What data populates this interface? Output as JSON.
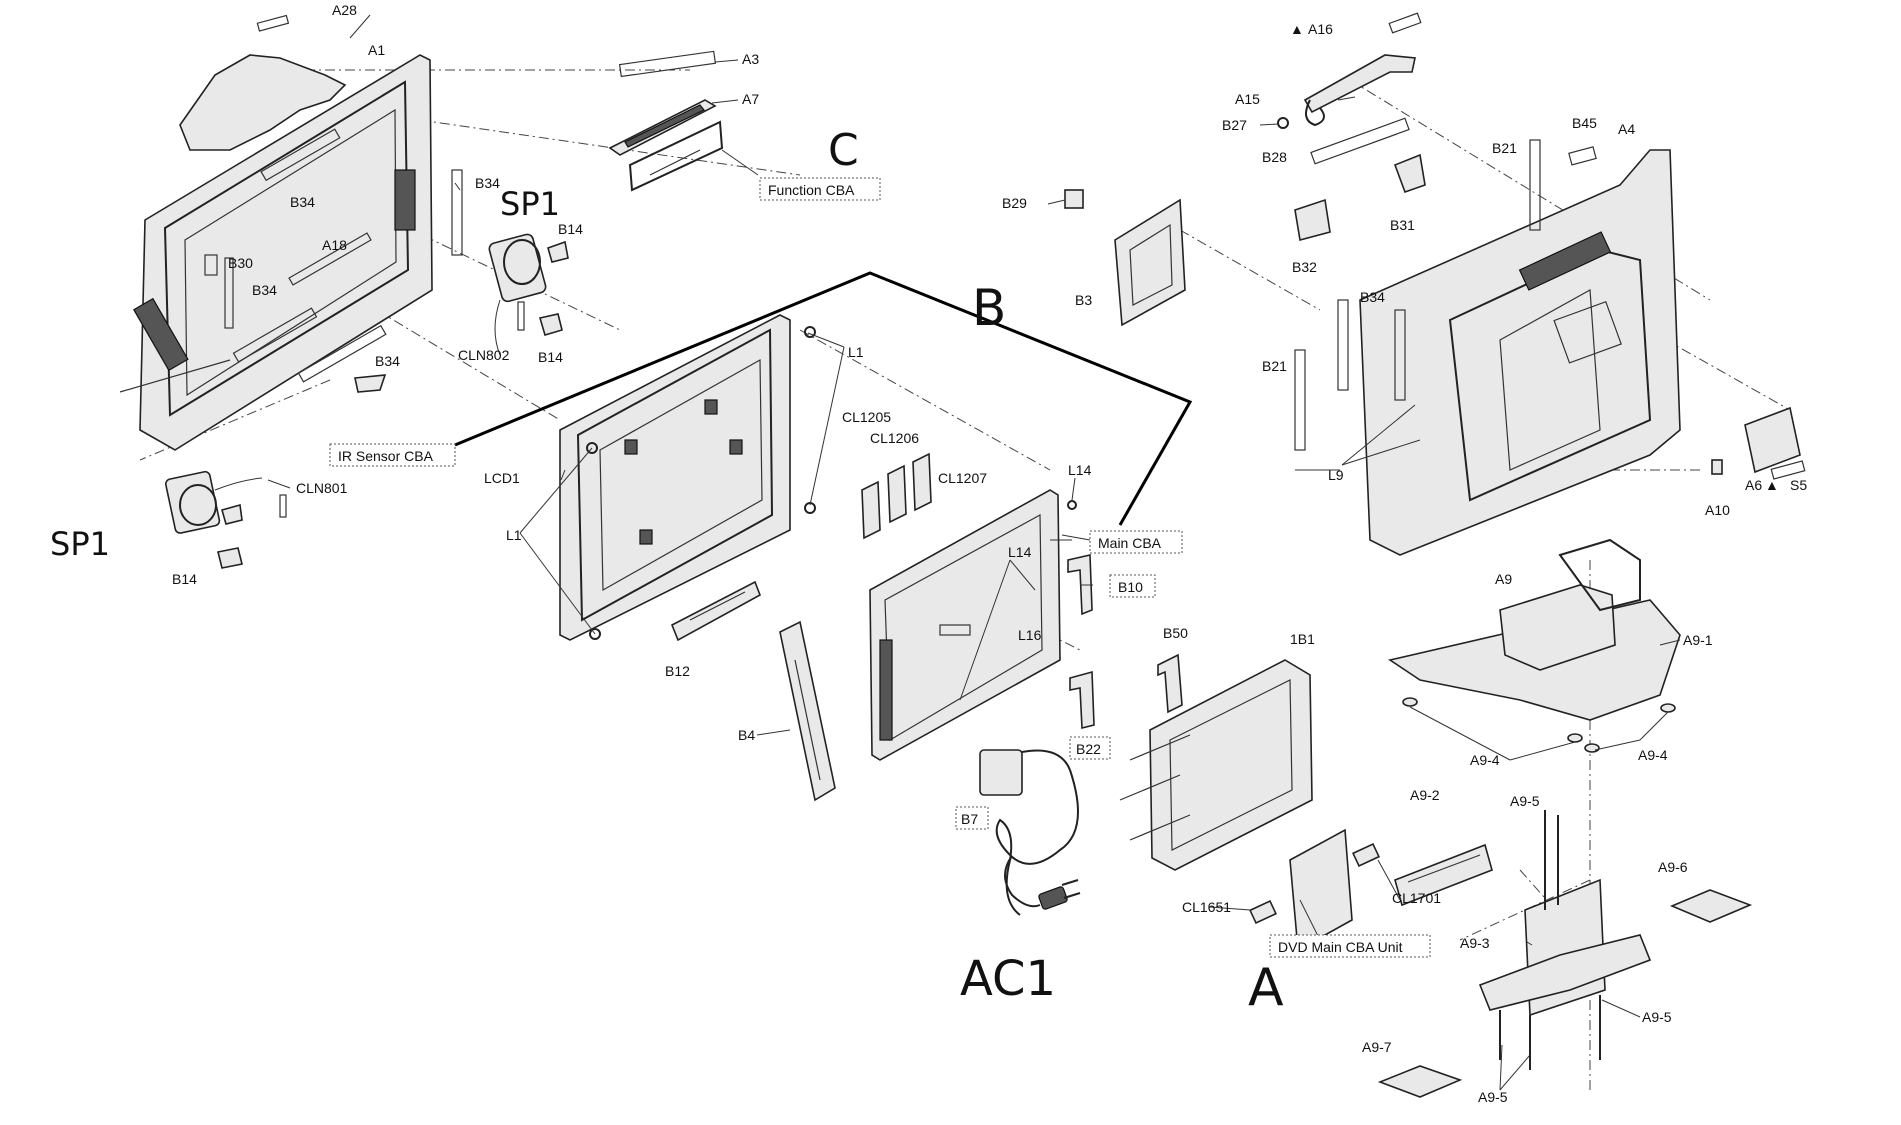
{
  "part_labels": {
    "A28": "A28",
    "A1": "A1",
    "A3": "A3",
    "A7": "A7",
    "A16": "A16",
    "A15": "A15",
    "B27": "B27",
    "B28": "B28",
    "B21a": "B21",
    "B45": "B45",
    "A4": "A4",
    "B34a": "B34",
    "B34b": "B34",
    "SP1a_b14": "B14",
    "A18": "A18",
    "B30": "B30",
    "B34c": "B34",
    "B34d": "B34",
    "CLN802": "CLN802",
    "B14b": "B14",
    "B29": "B29",
    "B31": "B31",
    "B32": "B32",
    "B3": "B3",
    "B34e": "B34",
    "B21b": "B21",
    "L1a": "L1",
    "CL1205": "CL1205",
    "CL1206": "CL1206",
    "CL1207": "CL1207",
    "LCD1": "LCD1",
    "L1b": "L1",
    "L14a": "L14",
    "L9": "L9",
    "A6": "A6",
    "S5": "S5",
    "A10": "A10",
    "CLN801": "CLN801",
    "B14c": "B14",
    "L14b": "L14",
    "B10": "B10",
    "L16": "L16",
    "A9": "A9",
    "A9-1": "A9-1",
    "B12": "B12",
    "B50": "B50",
    "1B1": "1B1",
    "B4": "B4",
    "B22": "B22",
    "A9-4a": "A9-4",
    "A9-4b": "A9-4",
    "B7": "B7",
    "A9-2": "A9-2",
    "A9-5a": "A9-5",
    "CL1701": "CL1701",
    "A9-6": "A9-6",
    "CL1651": "CL1651",
    "A9-3": "A9-3",
    "A9-5b": "A9-5",
    "A9-7": "A9-7",
    "A9-5c": "A9-5"
  },
  "boxed_labels": {
    "function_cba": "Function CBA",
    "ir_sensor_cba": "IR Sensor CBA",
    "main_cba": "Main CBA",
    "dvd_main_cba": "DVD Main CBA Unit",
    "b10": "B10",
    "b22": "B22",
    "b7": "B7"
  },
  "handwritten": {
    "sp1_top": "SP1",
    "sp1_left": "SP1",
    "c": "C",
    "b": "B",
    "ac1": "AC1",
    "a": "A"
  },
  "symbols": {
    "warning_glyph": "▲"
  }
}
